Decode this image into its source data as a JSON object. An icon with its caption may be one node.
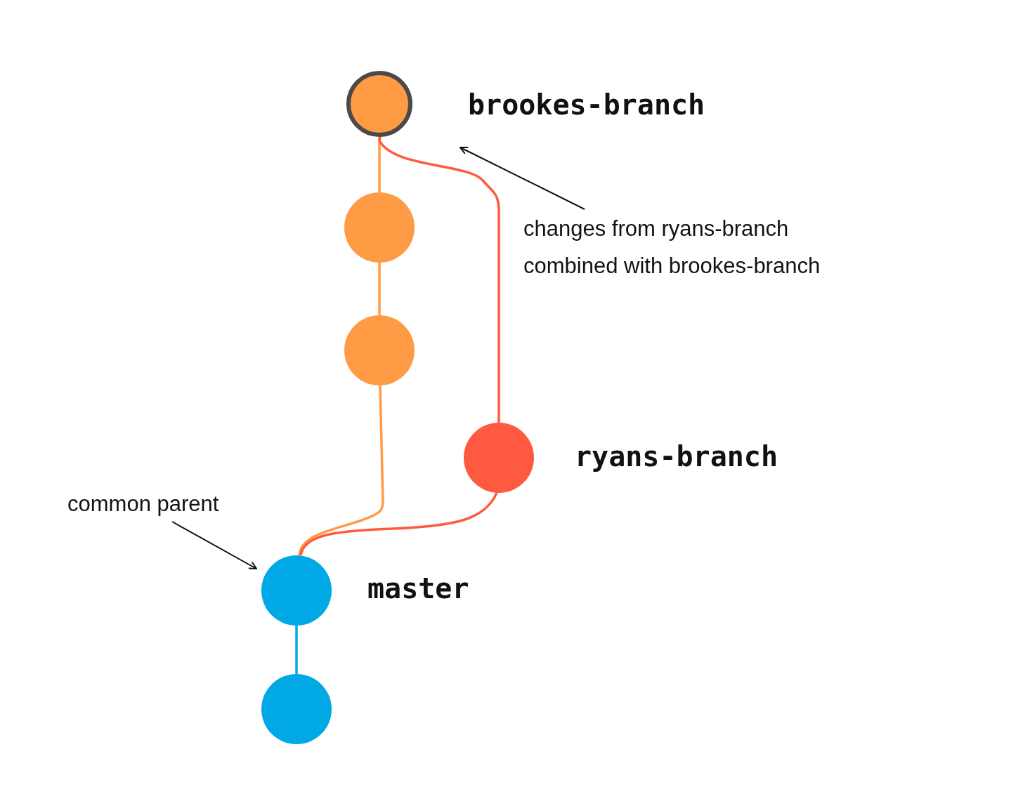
{
  "diagram": {
    "nodes": [
      {
        "text": [],
        "shape": "circle",
        "beside": [
          "brookes-branch"
        ]
      },
      {
        "text": [],
        "shape": "circle"
      },
      {
        "text": [],
        "shape": "circle"
      },
      {
        "text": [],
        "shape": "circle",
        "beside": [
          "ryans-branch"
        ]
      },
      {
        "text": [],
        "shape": "circle",
        "beside": [
          "master"
        ]
      },
      {
        "text": [],
        "shape": "circle"
      },
      {
        "text": [
          "common parent"
        ]
      },
      {
        "text": [
          "changes from ryans-branch combined with brookes-branch"
        ]
      }
    ],
    "edges": [
      {
        "from": 1,
        "to": 0,
        "arrow": "none"
      },
      {
        "from": 2,
        "to": 1,
        "arrow": "none"
      },
      {
        "from": 4,
        "to": 2,
        "arrow": "none"
      },
      {
        "from": 4,
        "to": 3,
        "arrow": "none",
        "color": "#ff5a40"
      },
      {
        "from": 3,
        "to": 0,
        "arrow": "none",
        "color": "#ff5a40"
      },
      {
        "from": 5,
        "to": 4,
        "arrow": "none",
        "color": "#00a8e6"
      },
      {
        "from": 6,
        "to": 4,
        "arrow": "to",
        "color": "#111111"
      },
      {
        "from": 7,
        "to": null,
        "arrow": "to",
        "color": "#111111"
      }
    ]
  }
}
